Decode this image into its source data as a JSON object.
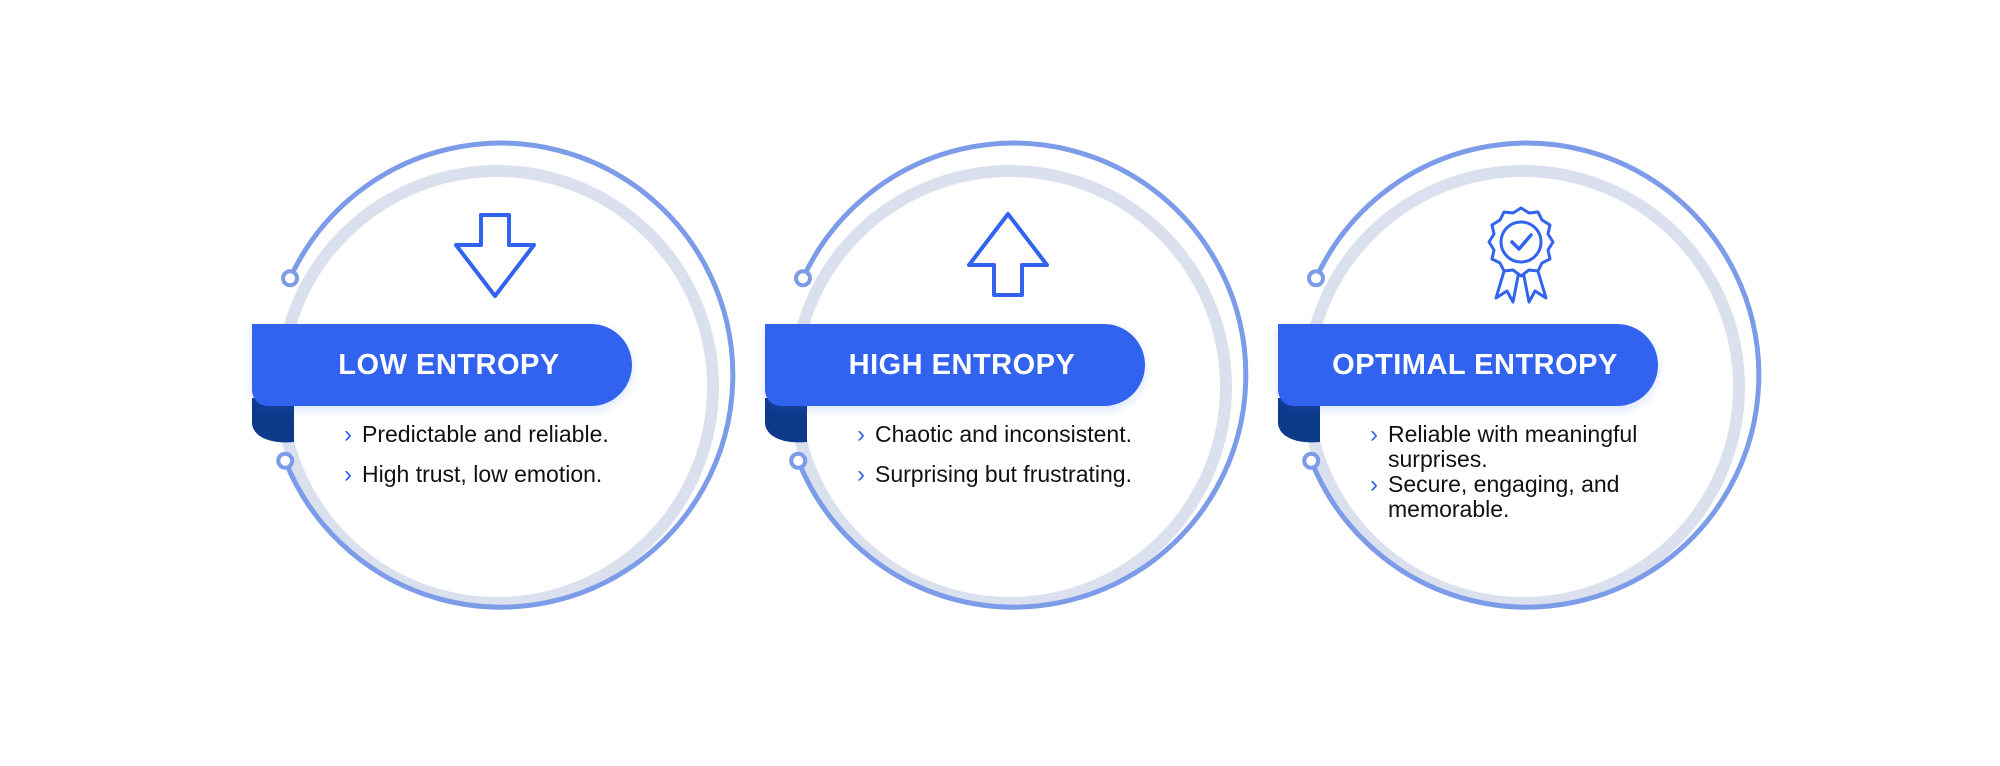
{
  "colors": {
    "accent": "#3163ee",
    "accent_dark": "#0e3a8a",
    "ring_outer": "#7c9be8",
    "ring_inner": "#dbe0ee",
    "text": "#111111"
  },
  "cards": [
    {
      "title": "LOW ENTROPY",
      "icon": "arrow-down-icon",
      "bullets": [
        "Predictable and reliable.",
        "High trust, low emotion."
      ]
    },
    {
      "title": "HIGH ENTROPY",
      "icon": "arrow-up-icon",
      "bullets": [
        "Chaotic and inconsistent.",
        "Surprising but frustrating."
      ]
    },
    {
      "title": "OPTIMAL ENTROPY",
      "icon": "award-badge-icon",
      "bullets": [
        "Reliable with meaningful surprises.",
        "Secure, engaging, and memorable."
      ]
    }
  ]
}
